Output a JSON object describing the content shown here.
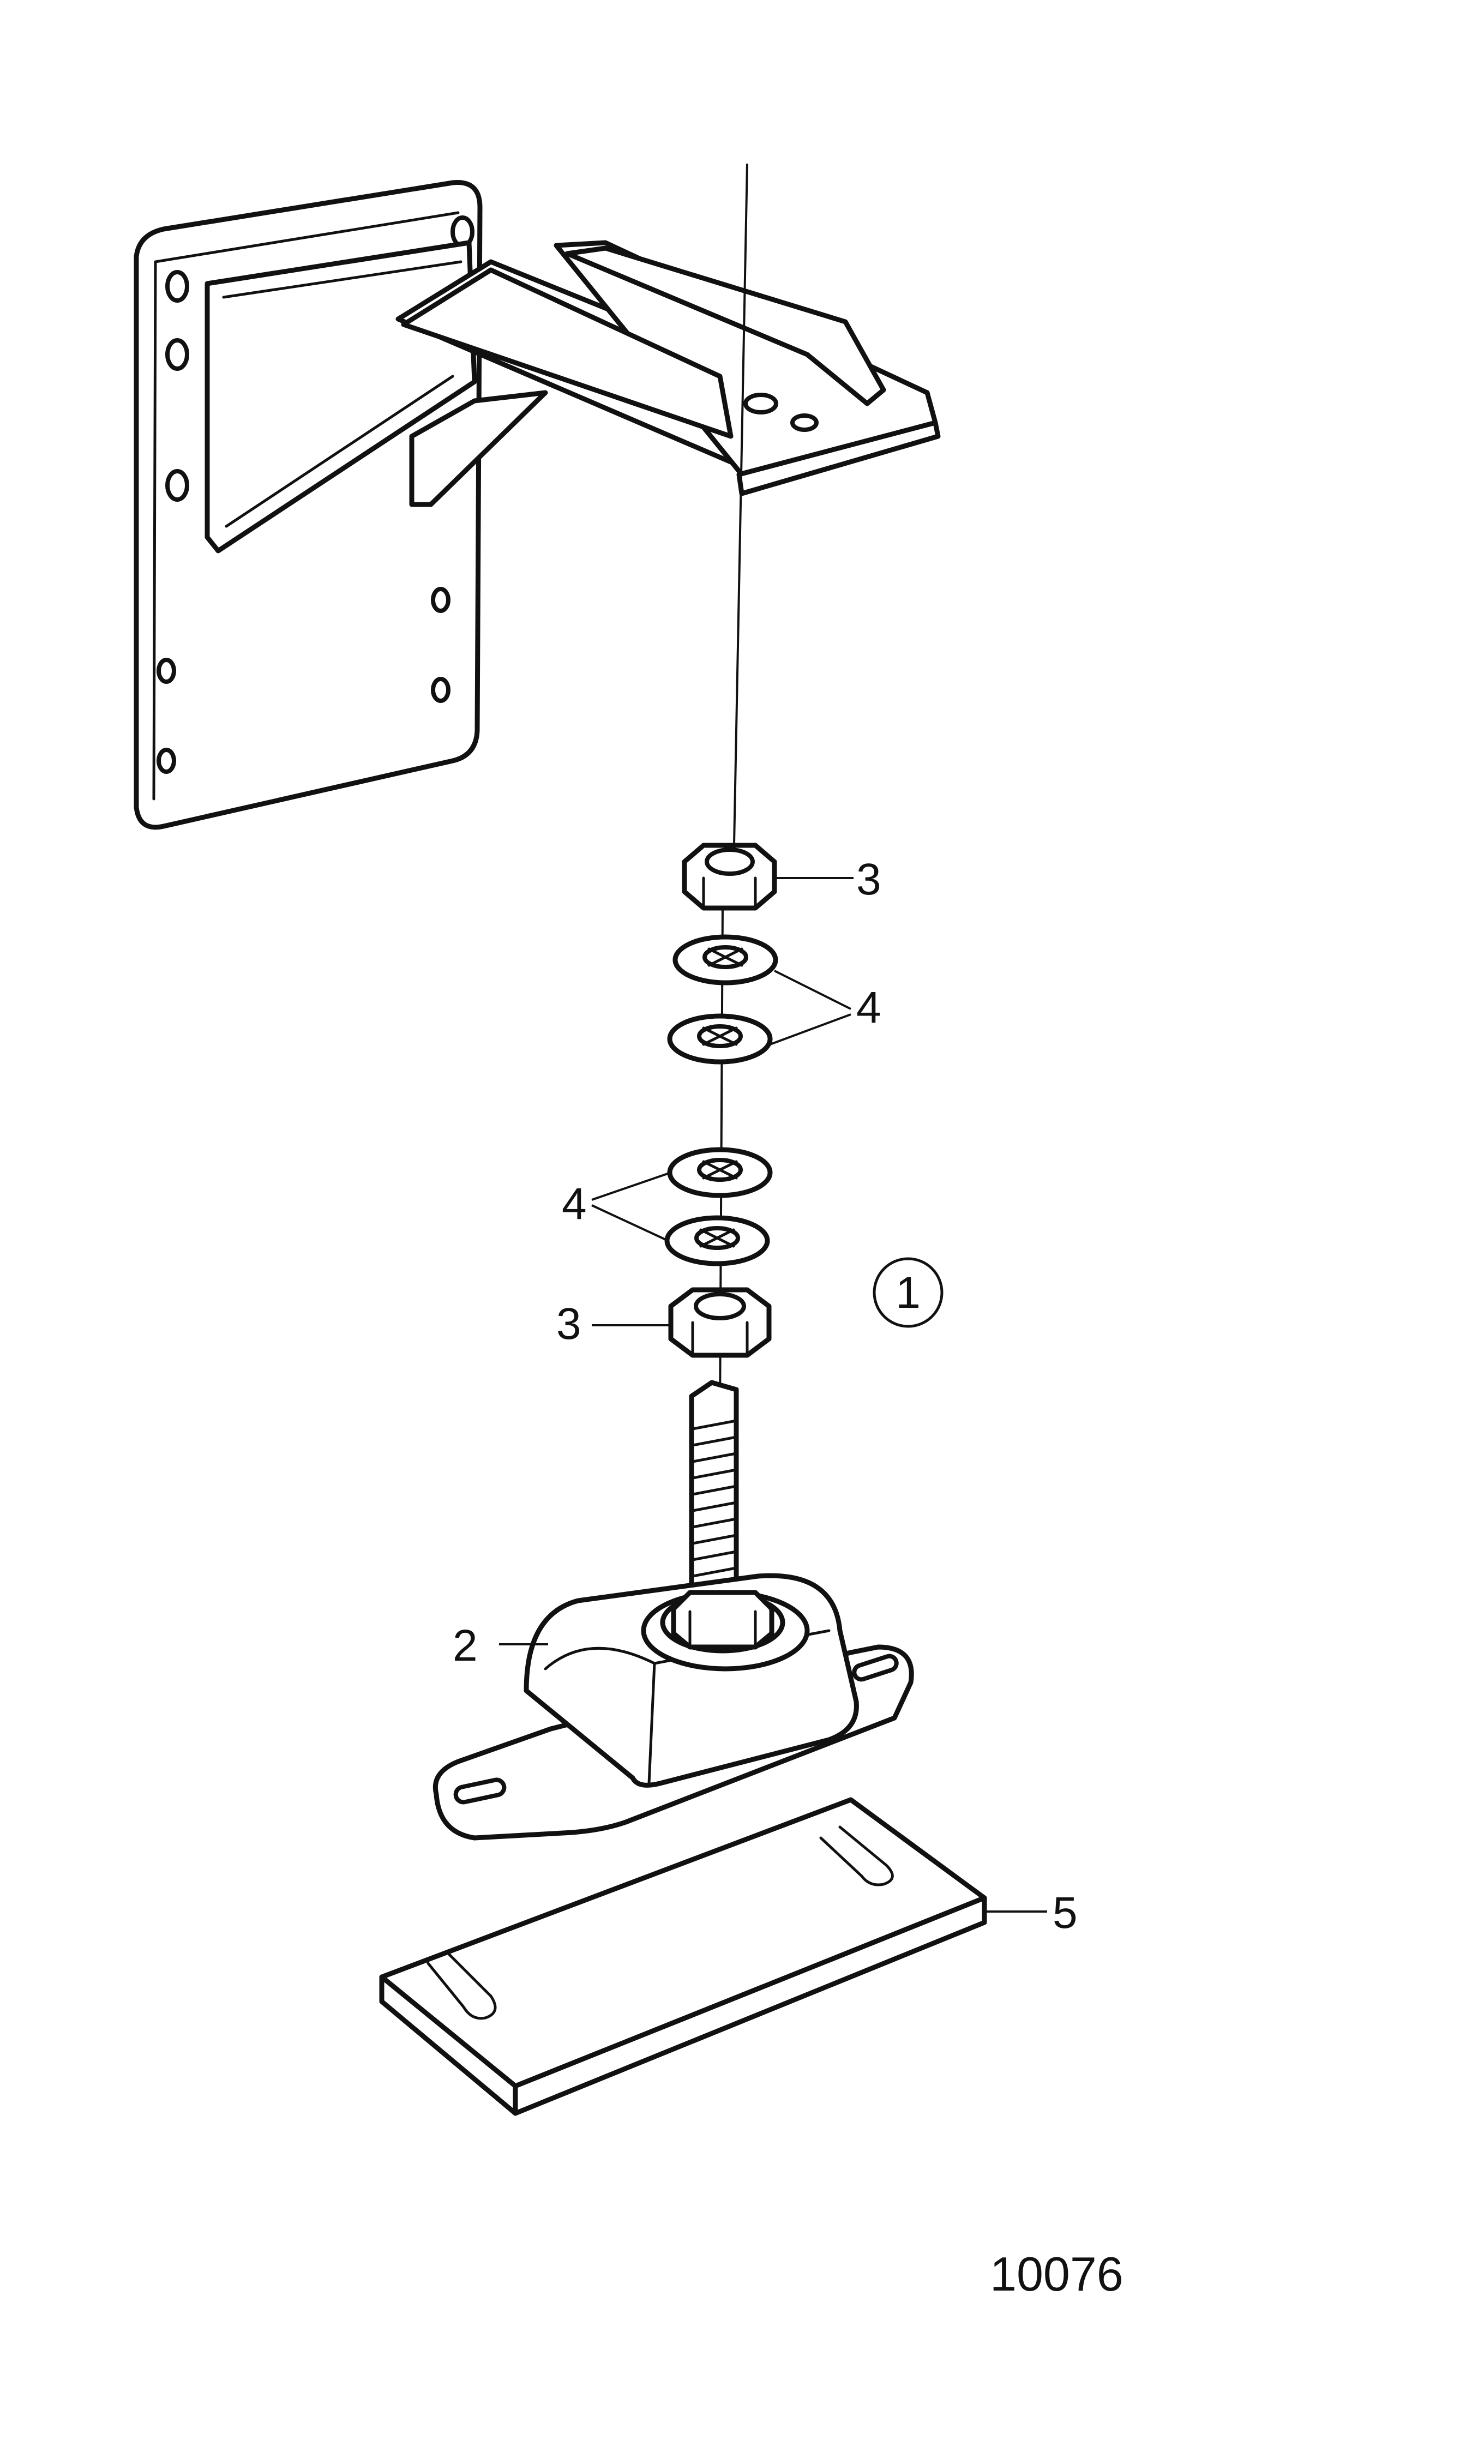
{
  "callouts": {
    "nut_upper": "3",
    "washers_upper": "4",
    "washers_lower": "4",
    "nut_lower": "3",
    "circled": "1",
    "mount": "2",
    "shim": "5"
  },
  "figure_number": "10076",
  "colors": {
    "ink": "#111111",
    "paper": "#ffffff"
  }
}
